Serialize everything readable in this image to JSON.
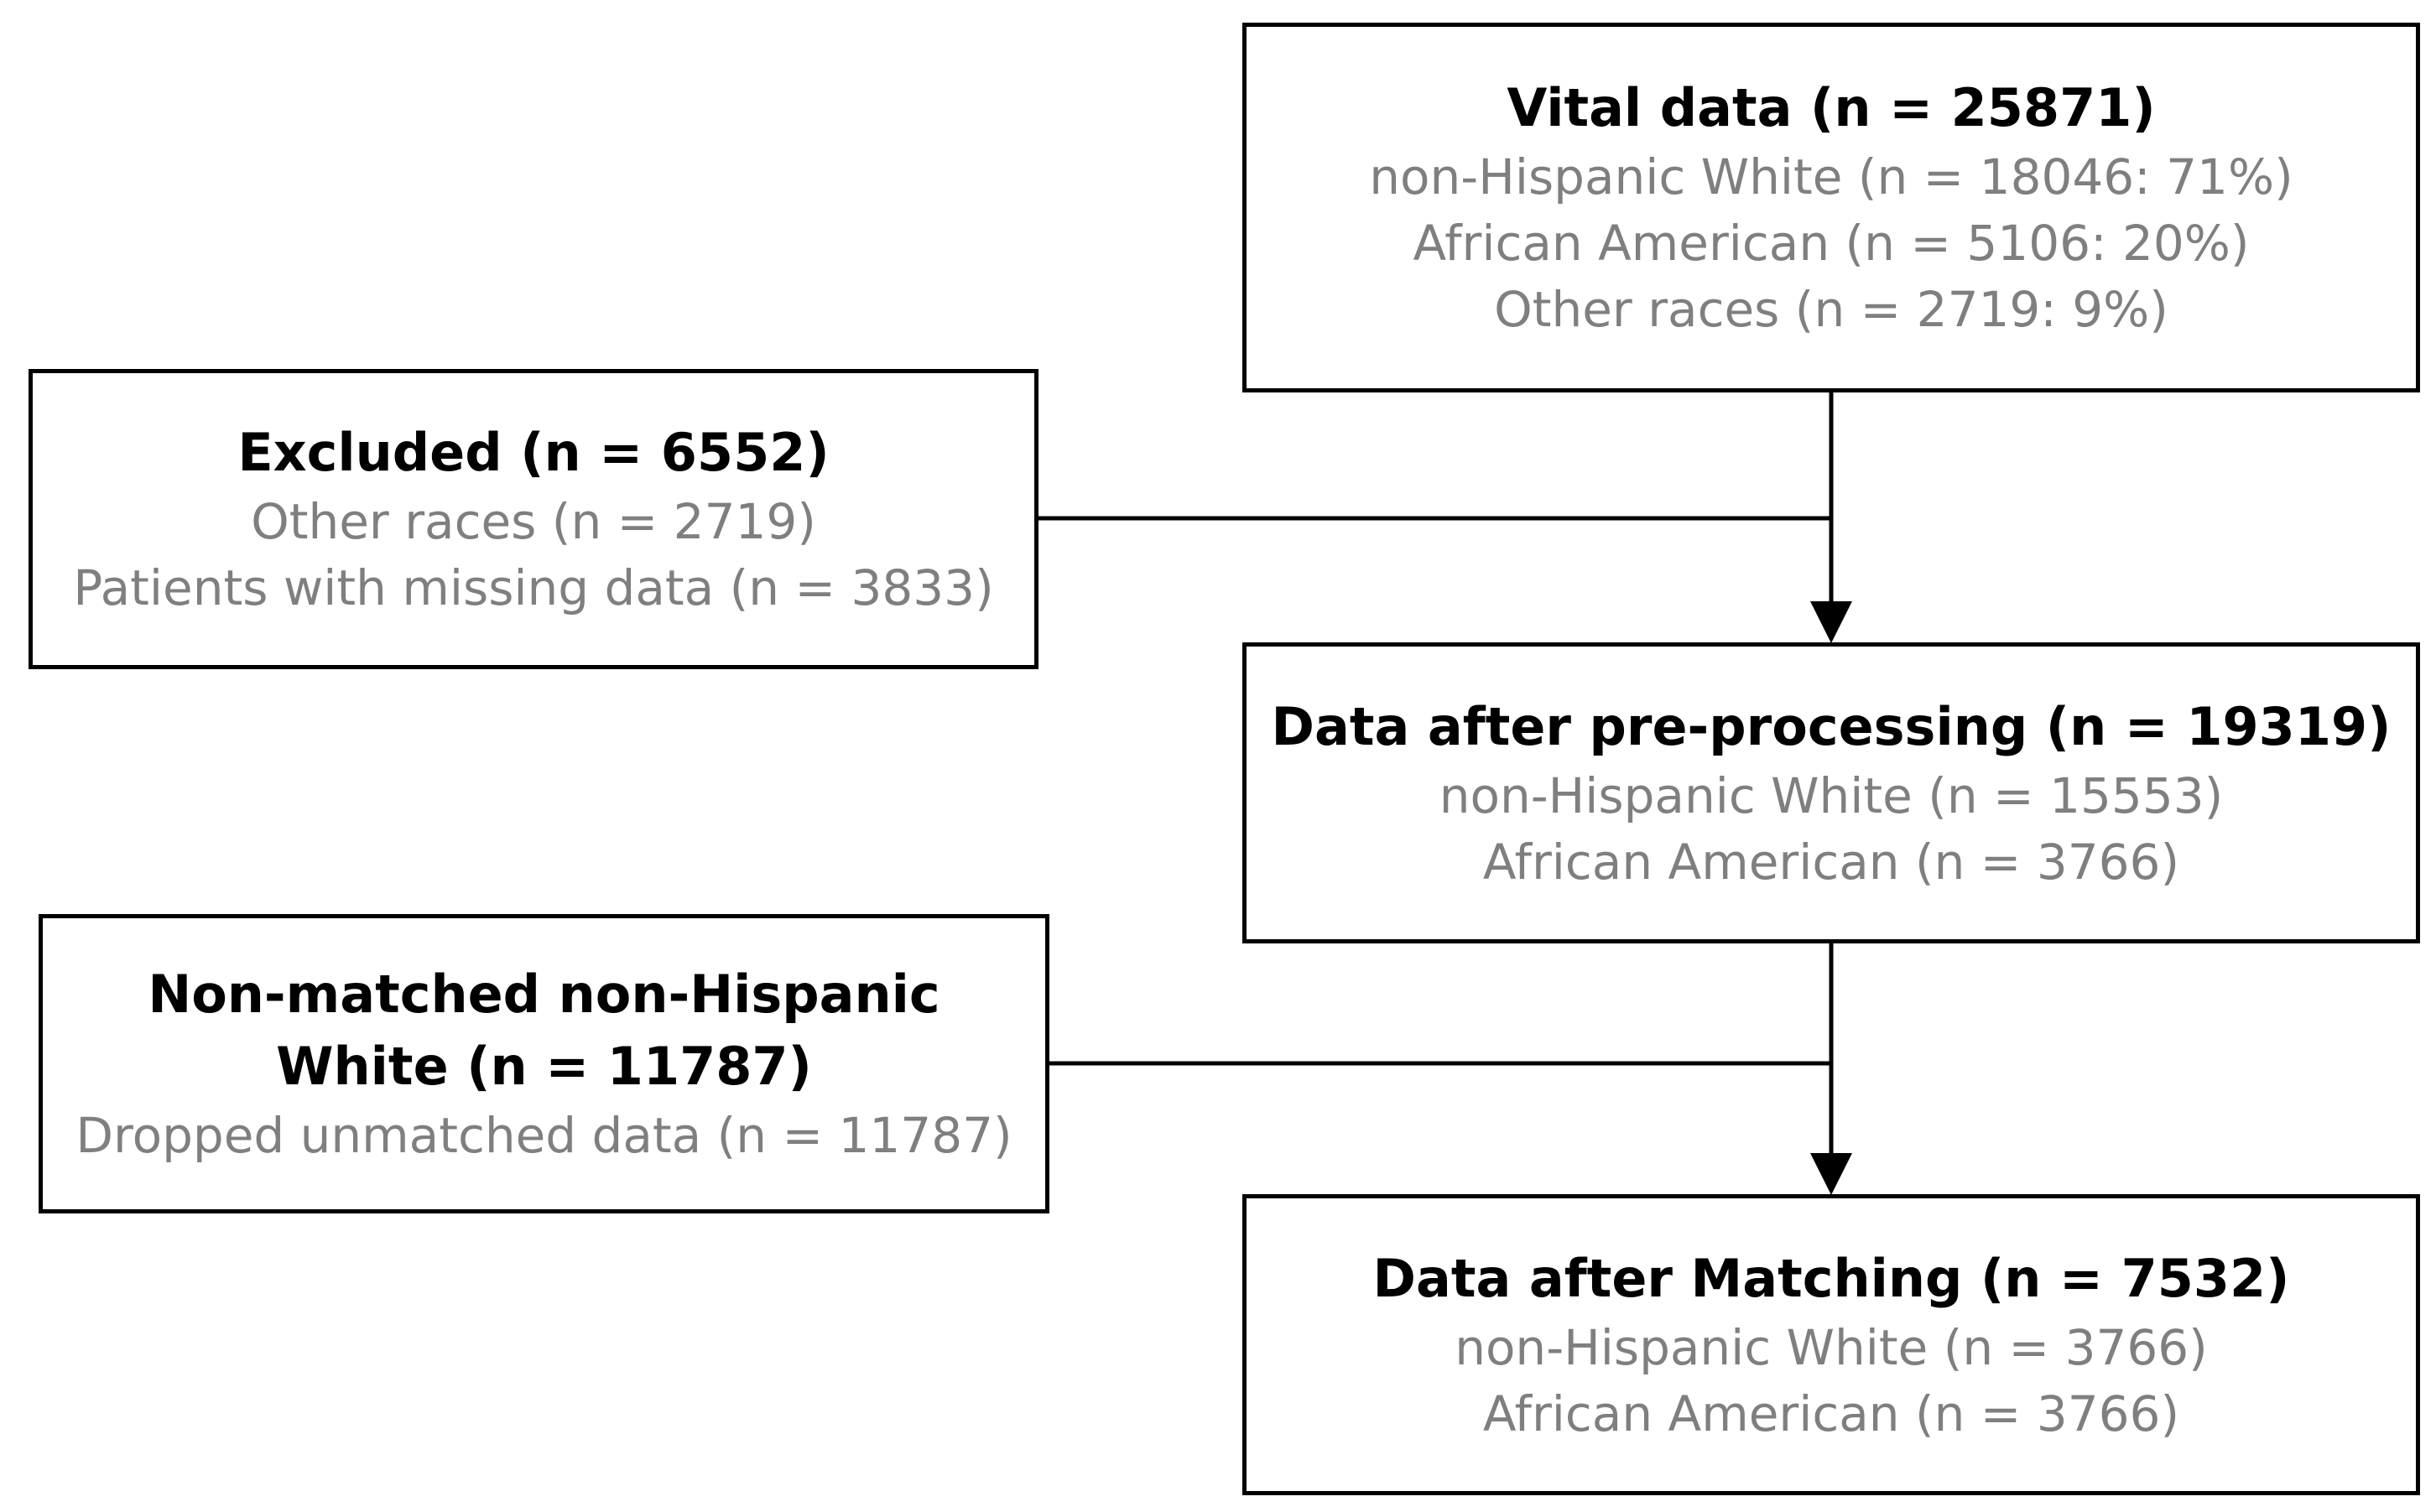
{
  "boxes": {
    "vital": {
      "title": "Vital data (n = 25871)",
      "lines": [
        "non-Hispanic White (n = 18046: 71%)",
        "African American (n = 5106: 20%)",
        "Other races (n = 2719: 9%)"
      ]
    },
    "excluded": {
      "title": "Excluded (n = 6552)",
      "lines": [
        "Other races (n = 2719)",
        "Patients with missing data (n = 3833)"
      ]
    },
    "preprocessing": {
      "title": "Data after pre-processing (n = 19319)",
      "lines": [
        "non-Hispanic White (n = 15553)",
        "African American (n = 3766)"
      ]
    },
    "nonmatched": {
      "title_line1": "Non-matched non-Hispanic",
      "title_line2": "White (n = 11787)",
      "lines": [
        "Dropped unmatched data (n = 11787)"
      ]
    },
    "matching": {
      "title": "Data after Matching (n = 7532)",
      "lines": [
        "non-Hispanic White (n = 3766)",
        "African American (n = 3766)"
      ]
    }
  },
  "colors": {
    "title_text": "#000000",
    "detail_text": "#7f7f7f",
    "border": "#000000",
    "background": "#ffffff"
  }
}
